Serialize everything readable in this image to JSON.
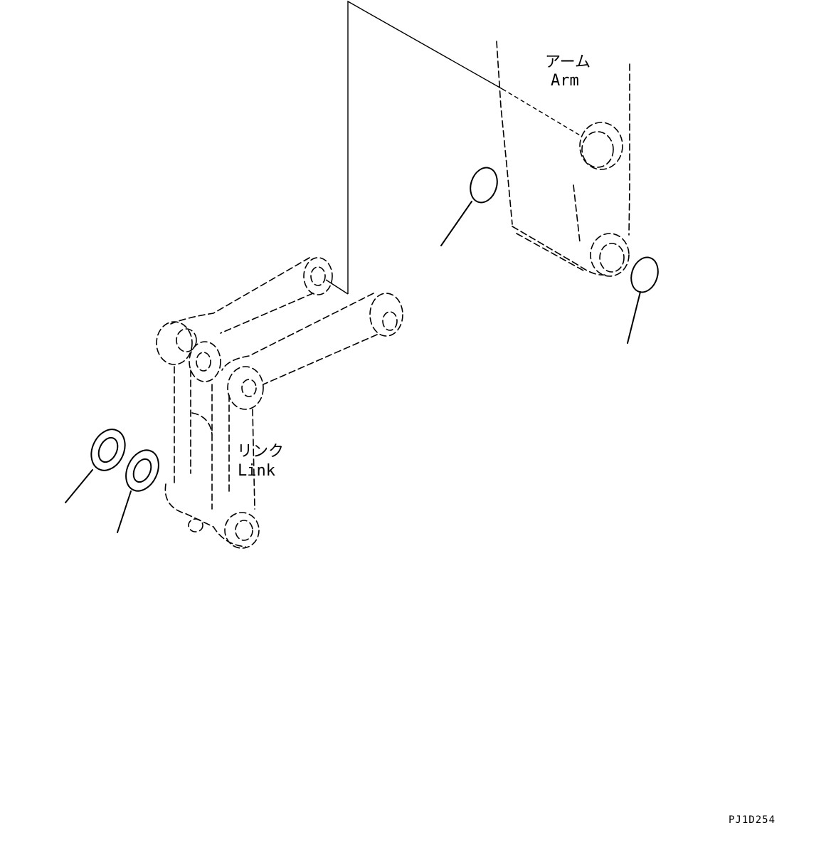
{
  "labels": {
    "arm_jp": "アーム",
    "arm_en": "Arm",
    "link_jp": "リンク",
    "link_en": "Link"
  },
  "drawing_code": "PJ1D254"
}
